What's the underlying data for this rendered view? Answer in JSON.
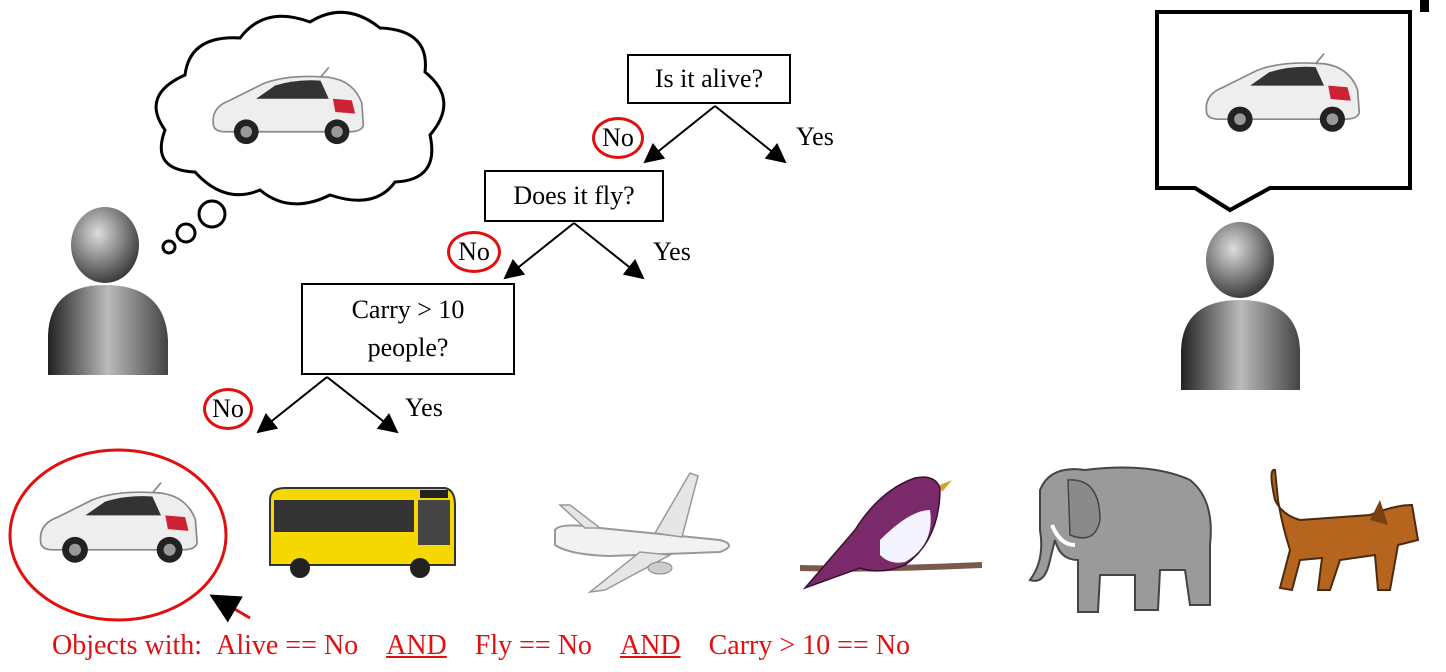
{
  "tree": {
    "q1": "Is it alive?",
    "q2": "Does it fly?",
    "q3_line1": "Carry > 10",
    "q3_line2": "people?",
    "no": "No",
    "yes": "Yes"
  },
  "caption": {
    "prefix": "Objects with:",
    "c1": "Alive == No",
    "and": "AND",
    "c2": "Fly == No",
    "c3": "Carry > 10 == No"
  },
  "colors": {
    "highlight": "#e01010",
    "bus": "#f5d800",
    "bird": "#7a2a6a",
    "elephant": "#9a9a9a",
    "dog": "#b5651d"
  },
  "icons": [
    "thinking-person-icon",
    "thought-cloud-icon",
    "speaking-person-icon",
    "speech-bubble-icon",
    "car-icon",
    "bus-icon",
    "airplane-icon",
    "bird-icon",
    "elephant-icon",
    "dog-icon"
  ]
}
